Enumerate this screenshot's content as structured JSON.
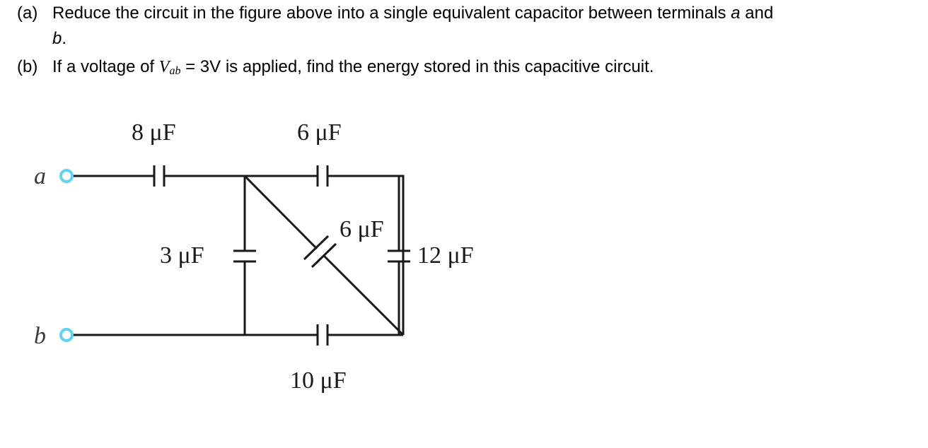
{
  "questions": {
    "a": {
      "tag": "(a)",
      "line1_pre": "Reduce the circuit in the figure above into a single equivalent capacitor between terminals ",
      "line1_var": "a",
      "line1_post": " and",
      "line2_var": "b",
      "line2_post": "."
    },
    "b": {
      "tag": "(b)",
      "pre": "If a voltage of ",
      "var_main": "V",
      "var_sub": "ab",
      "post": " = 3V is applied, find the energy stored in this capacitive circuit."
    }
  },
  "circuit": {
    "terminal_a": "a",
    "terminal_b": "b",
    "cap_top_left": "8 μF",
    "cap_top_right": "6 μF",
    "cap_left_vertical": "3 μF",
    "cap_diagonal": "6 μF",
    "cap_right_vertical": "12 μF",
    "cap_bottom": "10 μF"
  },
  "colors": {
    "terminal_ring": "#5fd3f3",
    "wire": "#1a1a1a"
  }
}
